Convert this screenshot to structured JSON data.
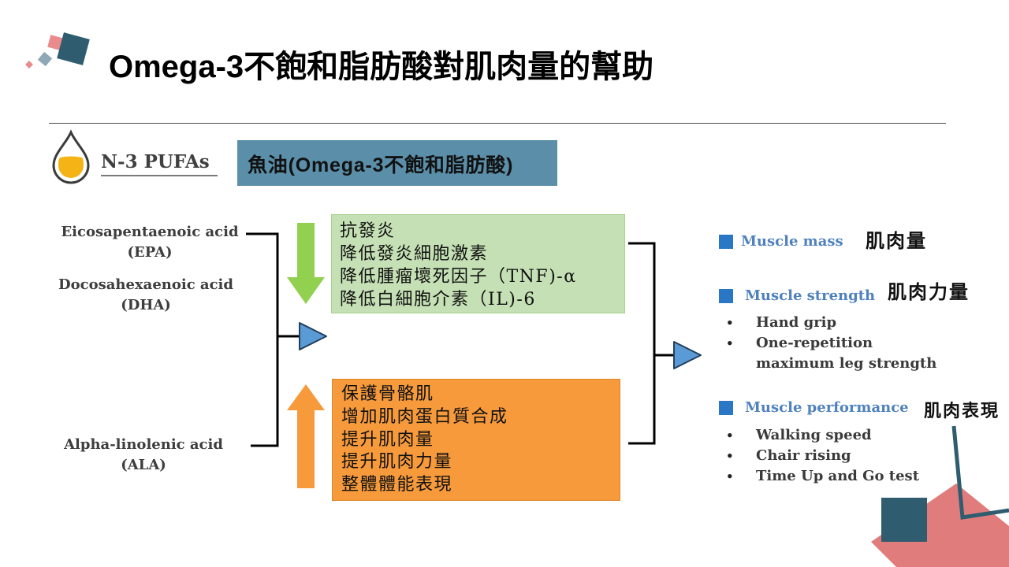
{
  "slide": {
    "title": "Omega-3不飽和脂肪酸對肌肉量的幫助"
  },
  "source_header": {
    "icon": "oil-drop-icon",
    "label": "N-3 PUFAs"
  },
  "banner": {
    "label": "魚油(Omega-3不飽和脂肪酸)"
  },
  "sources": [
    {
      "name": "Eicosapentaenoic acid",
      "abbr": "(EPA)"
    },
    {
      "name": "Docosahexaenoic acid",
      "abbr": "(DHA)"
    },
    {
      "name": "Alpha-linolenic acid",
      "abbr": "(ALA)"
    }
  ],
  "anti_inflammatory_box": {
    "arrow_icon": "arrow-down-icon",
    "items": [
      "抗發炎",
      "降低發炎細胞激素",
      "降低腫瘤壞死因子（TNF)-α",
      "降低白細胞介素（IL)-6"
    ]
  },
  "muscle_support_box": {
    "arrow_icon": "arrow-up-icon",
    "items": [
      "保護骨骼肌",
      "增加肌肉蛋白質合成",
      "提升肌肉量",
      "提升肌肉力量",
      "整體體能表現"
    ]
  },
  "flow_icon": "triangle-right-icon",
  "outcomes": [
    {
      "label": "Muscle mass",
      "label_zh": "肌肉量"
    },
    {
      "label": "Muscle strength",
      "label_zh": "肌肉力量",
      "items": [
        "Hand grip",
        "One-repetition\nmaximum leg strength"
      ]
    },
    {
      "label": "Muscle performance",
      "label_zh": "肌肉表現",
      "items": [
        "Walking speed",
        "Chair rising",
        "Time Up and Go test"
      ]
    }
  ],
  "colors": {
    "banner": "#5b8fa9",
    "green_box": "#c5e0b4",
    "green_border": "#a9cf8e",
    "green_arrow": "#92d050",
    "orange_box": "#f79a3c",
    "orange_border": "#e2862c",
    "orange_arrow": "#f79a3c",
    "flow_triangle": "#5b9bd5",
    "square_bullet": "#2a78c5",
    "outcome_label": "#4f81bd",
    "accent_dark": "#2f5d6f",
    "accent_pink": "#e07c7c",
    "accent_light_pink": "#e98a8d",
    "accent_gray_blue": "#8ea8b6"
  }
}
